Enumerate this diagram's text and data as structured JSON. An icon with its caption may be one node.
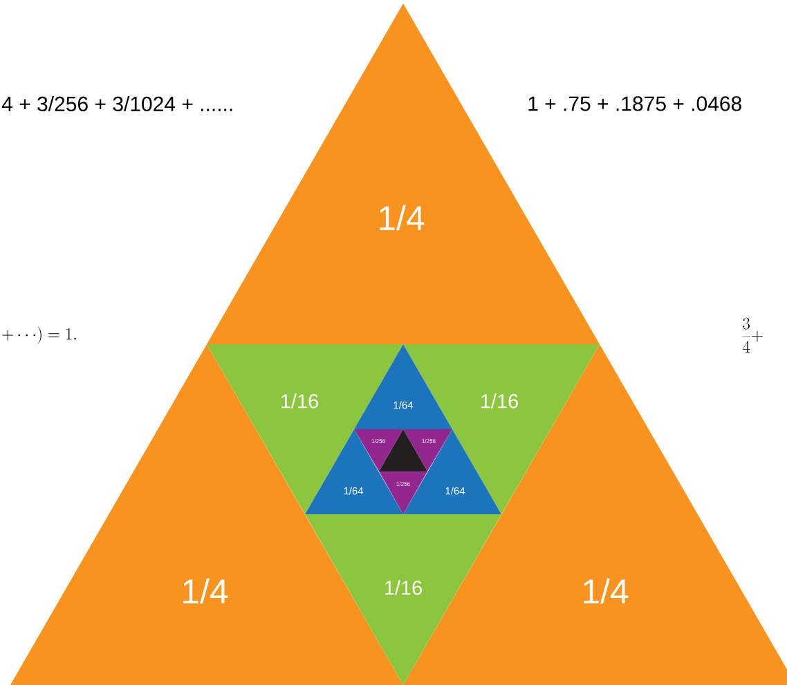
{
  "diagram": {
    "nodes": [
      {
        "text": [
          "1/4"
        ]
      },
      {
        "text": [
          "1/4"
        ]
      },
      {
        "text": [
          "1/4"
        ]
      },
      {
        "text": [
          "1/16"
        ]
      },
      {
        "text": [
          "1/16"
        ]
      },
      {
        "text": [
          "1/16"
        ]
      },
      {
        "text": [
          "1/64"
        ]
      },
      {
        "text": [
          "1/64"
        ]
      },
      {
        "text": [
          "1/64"
        ]
      },
      {
        "text": [
          "1/256"
        ]
      },
      {
        "text": [
          "1/256"
        ]
      },
      {
        "text": [
          "1/256"
        ]
      },
      {
        "text": [],
        "shape": "triangle"
      }
    ],
    "edges": [],
    "labels": [
      "4  +  3/256 + 3/1024 + ......",
      "1 + .75 + .1875 + .0468",
      "+\\cdots\\Bigr) = 1.",
      "\\frac{3}{4}+"
    ]
  }
}
